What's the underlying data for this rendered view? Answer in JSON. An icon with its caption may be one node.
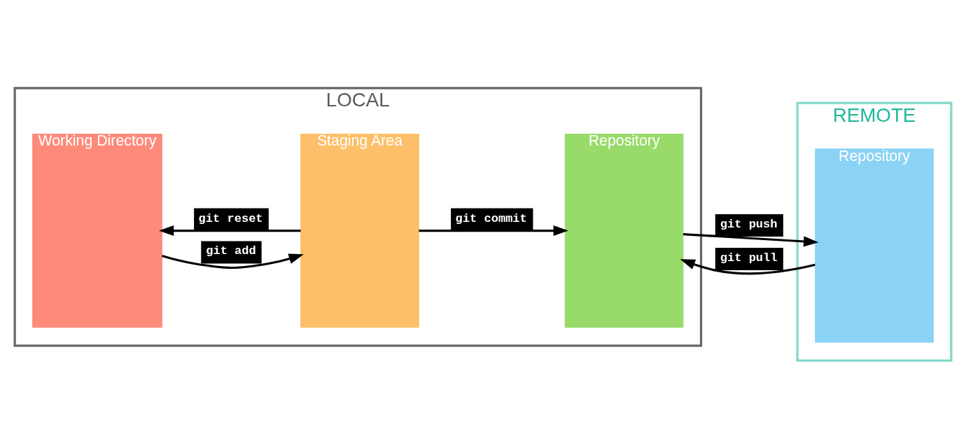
{
  "diagram": {
    "nodes": [
      {
        "text": [
          "LOCAL"
        ]
      },
      {
        "text": [
          "REMOTE"
        ]
      },
      {
        "text": [
          "Working Directory"
        ],
        "in": 0
      },
      {
        "text": [
          "Staging Area"
        ],
        "in": 0
      },
      {
        "text": [
          "Repository"
        ],
        "in": 0
      },
      {
        "text": [
          "Repository"
        ],
        "in": 1
      }
    ],
    "edges": [
      {
        "from": 2,
        "to": 3,
        "arrow": "to",
        "label": "git add"
      },
      {
        "from": 3,
        "to": 4,
        "arrow": "to",
        "label": "git commit"
      },
      {
        "from": 4,
        "to": 5,
        "arrow": "to",
        "label": "git push"
      },
      {
        "from": 5,
        "to": 4,
        "arrow": "to",
        "label": "git pull"
      },
      {
        "from": 3,
        "to": 2,
        "arrow": "to",
        "label": "git reset"
      }
    ]
  }
}
